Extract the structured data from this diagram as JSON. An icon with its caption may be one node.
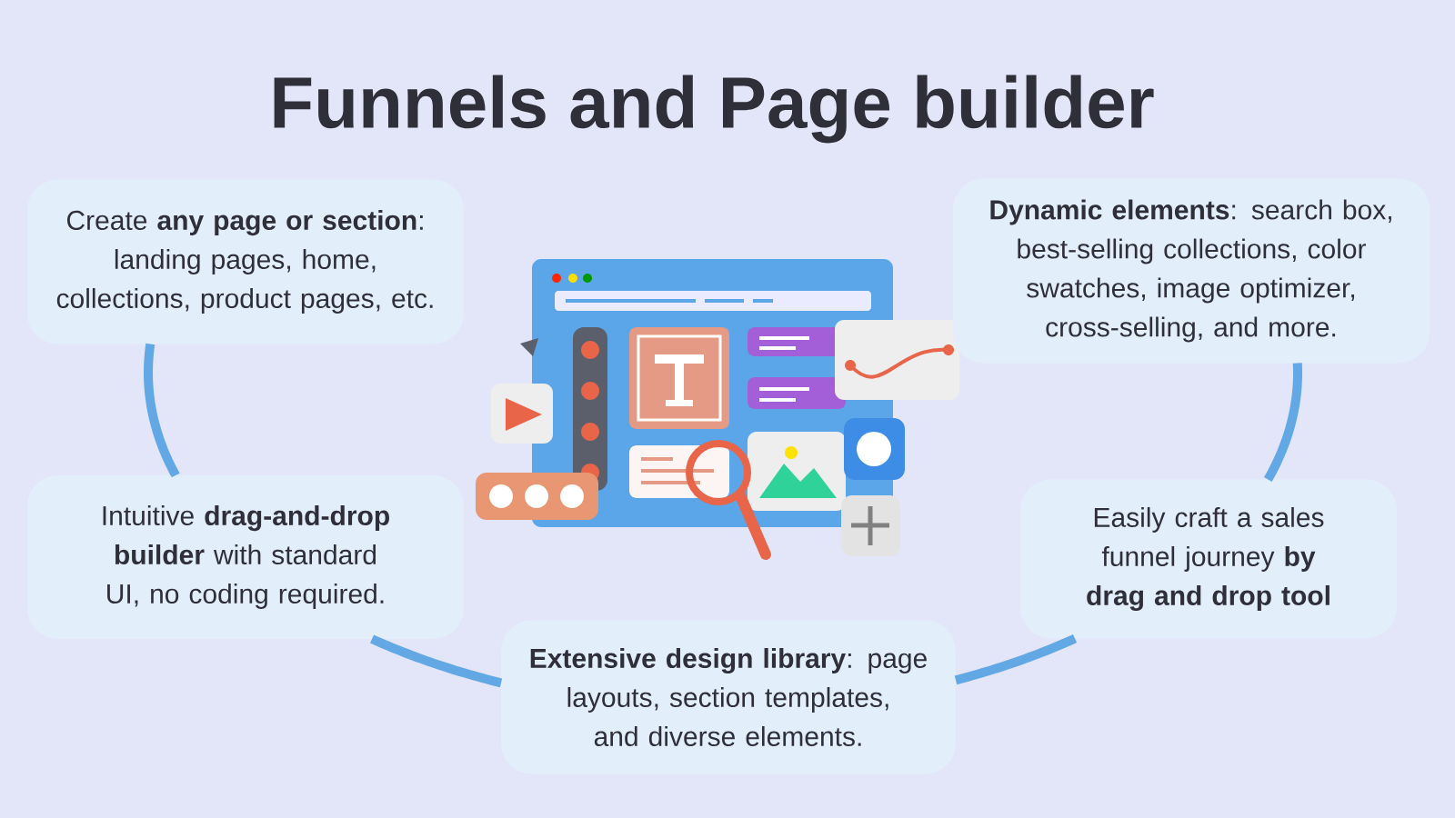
{
  "diagram": {
    "title": "Funnels and Page builder",
    "nodes": [
      {
        "text": [
          "Create **any page or section**: landing pages, home, collections, product pages, etc."
        ]
      },
      {
        "text": [
          "**Dynamic elements**: search box, best-selling collections, color swatches, image optimizer, cross-selling, and more."
        ]
      },
      {
        "text": [
          "Intuitive **drag-and-drop builder** with standard UI, no coding required."
        ]
      },
      {
        "text": [
          "Easily craft a sales funnel journey **by drag and drop tool**"
        ]
      },
      {
        "text": [
          "**Extensive design library**: page layouts, section templates, and diverse elements."
        ]
      }
    ],
    "edges": [
      {
        "from": 0,
        "to": 2,
        "arrow": "none"
      },
      {
        "from": 2,
        "to": 4,
        "arrow": "none"
      },
      {
        "from": 4,
        "to": 3,
        "arrow": "none"
      },
      {
        "from": 3,
        "to": 1,
        "arrow": "none"
      }
    ]
  }
}
